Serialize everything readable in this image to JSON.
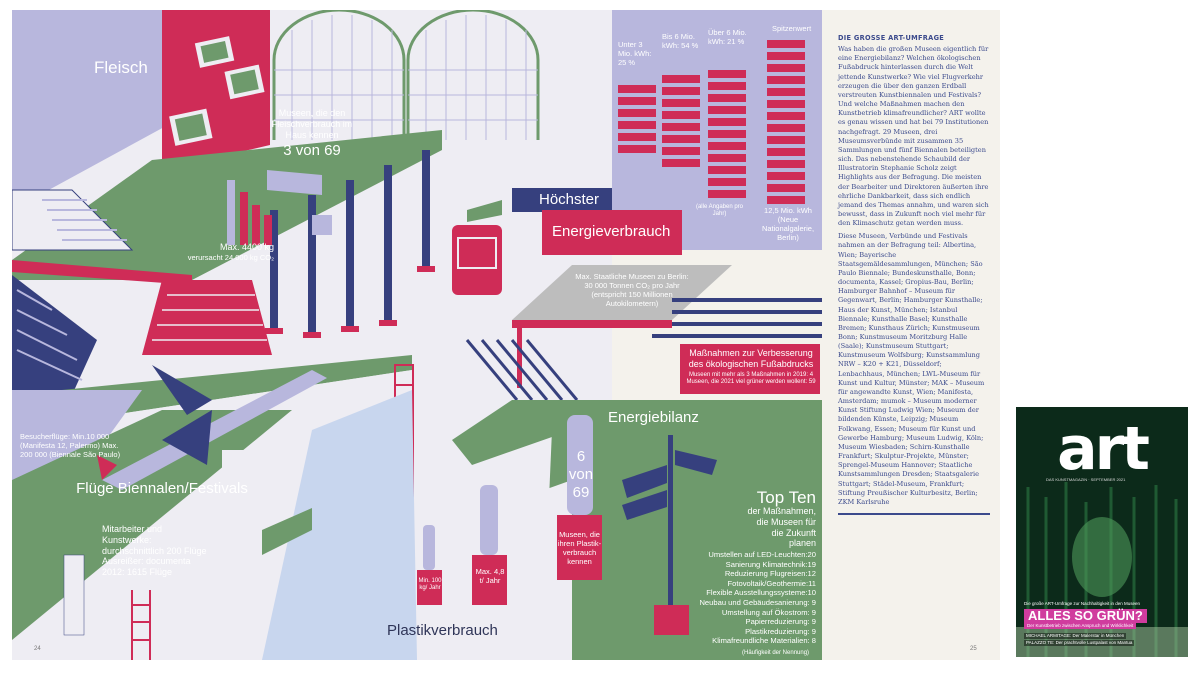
{
  "infographic": {
    "fleisch": {
      "title": "Fleisch",
      "intro": "Museen, die den Fleischverbrauch im Haus kennen",
      "count": "3 von 69",
      "max_line": "Max. 4400 kg",
      "co2_line": "verursacht 24 000 kg CO₂"
    },
    "energie": {
      "col_labels": [
        "Unter 3 Mio. kWh: 25 %",
        "Bis 6 Mio. kWh: 54 %",
        "Über 6 Mio. kWh: 21 %"
      ],
      "peak_label": "Spitzenwert",
      "note": "(alle Angaben pro Jahr)",
      "peak_value": "12,5 Mio. kWh (Neue Nationalgalerie, Berlin)"
    },
    "hoechster": {
      "band1": "Höchster",
      "band2": "Energieverbrauch"
    },
    "staatliche": {
      "text": "Max. Staatliche Museen zu Berlin: 30 000 Tonnen CO₂ pro Jahr (entspricht 150 Millionen Autokilometern)"
    },
    "massnahmen": {
      "title": "Maßnahmen zur Verbesserung des ökologischen Fußabdrucks",
      "sub": "Museen mit mehr als 3 Maßnahmen in 2019: 4 Museen, die 2021 viel grüner werden wollent: 59"
    },
    "energiebilanz": {
      "title": "Energiebilanz"
    },
    "fluege": {
      "besucher": "Besucherflüge: Min.10 000 (Manifesta 12, Palermo) Max. 200 000 (Biennale São Paulo)",
      "title": "Flüge Biennalen/Festivals",
      "mitarbeiter": "Mitarbeiter und Kunstwerke: durchschnittlich 200 Flüge Ausreißer: documenta 2012: 1615 Flüge"
    },
    "plastik": {
      "title": "Plastikverbrauch",
      "bottle_count": "6 von 69",
      "museen": "Museen, die ihren Plastik-verbrauch kennen",
      "min_label": "Min. 100 kg/ Jahr",
      "max_label": "Max. 4,8 t/ Jahr"
    },
    "top_ten": {
      "title": "Top Ten",
      "subtitle": "der Maßnahmen, die Museen für die Zukunft planen",
      "items": [
        "Umstellen auf LED-Leuchten:20",
        "Sanierung Klimatechnik:19",
        "Reduzierung Flugreisen:12",
        "Fotovoltaik/Geothermie:11",
        "Flexible Ausstellungssysteme:10",
        "Neubau und Gebäudesanierung: 9",
        "Umstellung auf Ökostrom: 9",
        "Papierreduzierung: 9",
        "Plastikreduzierung: 9",
        "Klimafreundliche Materialien: 8"
      ],
      "footnote": "(Häufigkeit der Nennung)"
    },
    "page_left": "24",
    "page_right": "25"
  },
  "article": {
    "kicker": "DIE GROSSE ART-UMFRAGE",
    "paragraph1": "Was haben die großen Museen eigentlich für eine Energiebilanz? Welchen ökologischen Fußabdruck hinterlassen durch die Welt jettende Kunstwerke? Wie viel Flugverkehr erzeugen die über den ganzen Erdball verstreuten Kunstbiennalen und Festivals? Und welche Maßnahmen machen den Kunstbetrieb klimafreundlicher? ART wollte es genau wissen und hat bei 79 Institutionen nachgefragt. 29 Museen, drei Museumsverbünde mit zusammen 35 Sammlungen und fünf Biennalen beteiligten sich. Das nebenstehende Schaubild der Illustratorin Stephanie Scholz zeigt Highlights aus der Befragung. Die meisten der Bearbeiter und Direktoren äußerten ihre ehrliche Dankbarkeit, dass sich endlich jemand des Themas annahm, und waren sich bewusst, dass in Zukunft noch viel mehr für den Klimaschutz getan werden muss.",
    "paragraph2": "Diese Museen, Verbünde und Festivals nahmen an der Befragung teil: Albertina, Wien; Bayerische Staatsgemäldesammlungen, München; São Paulo Biennale; Bundeskunsthalle, Bonn; documenta, Kassel; Gropius-Bau, Berlin; Hamburger Bahnhof – Museum für Gegenwart, Berlin; Hamburger Kunsthalle; Haus der Kunst, München; Istanbul Biennale; Kunsthalle Basel; Kunsthalle Bremen; Kunsthaus Zürich; Kunstmuseum Bonn; Kunstmuseum Moritzburg Halle (Saale); Kunstmuseum Stuttgart; Kunstmuseum Wolfsburg; Kunstsammlung NRW – K20 + K21, Düsseldorf; Lenbachhaus, München; LWL-Museum für Kunst und Kultur, Münster; MAK – Museum für angewandte Kunst, Wien; Manifesta, Amsterdam; mumok – Museum moderner Kunst Stiftung Ludwig Wien; Museum der bildenden Künste, Leipzig; Museum Folkwang, Essen; Museum für Kunst und Gewerbe Hamburg; Museum Ludwig, Köln; Museum Wiesbaden; Schirn-Kunsthalle Frankfurt; Skulptur-Projekte, Münster; Sprengel-Museum Hannover; Staatliche Kunstsammlungen Dresden; Staatsgalerie Stuttgart; Städel-Museum, Frankfurt; Stiftung Preußischer Kulturbesitz, Berlin; ZKM Karlsruhe"
  },
  "cover": {
    "logo": "art",
    "issue": "DAS KUNSTMAGAZIN · SEPTEMBER 2021",
    "teaser_top": "Die große ART-Umfrage zur Nachhaltigkeit in den Museen",
    "headline": "ALLES SO GRÜN?",
    "subline": "Der Kunstbetrieb zwischen Anspruch und Wirklichkeit",
    "teaser1": "MICHAEL ARMITAGE: Der Malerstar in München",
    "teaser2": "PALAZZO TE: Der prachtvolle Lustpalast von Mantua",
    "colors": {
      "accent": "#d03c9e",
      "bg": "#0c2a1a"
    }
  },
  "colors": {
    "red": "#cf2c57",
    "navy": "#36407e",
    "lavender": "#b8b7dd",
    "green": "#6e9a6c",
    "grey": "#bdbdbd"
  }
}
